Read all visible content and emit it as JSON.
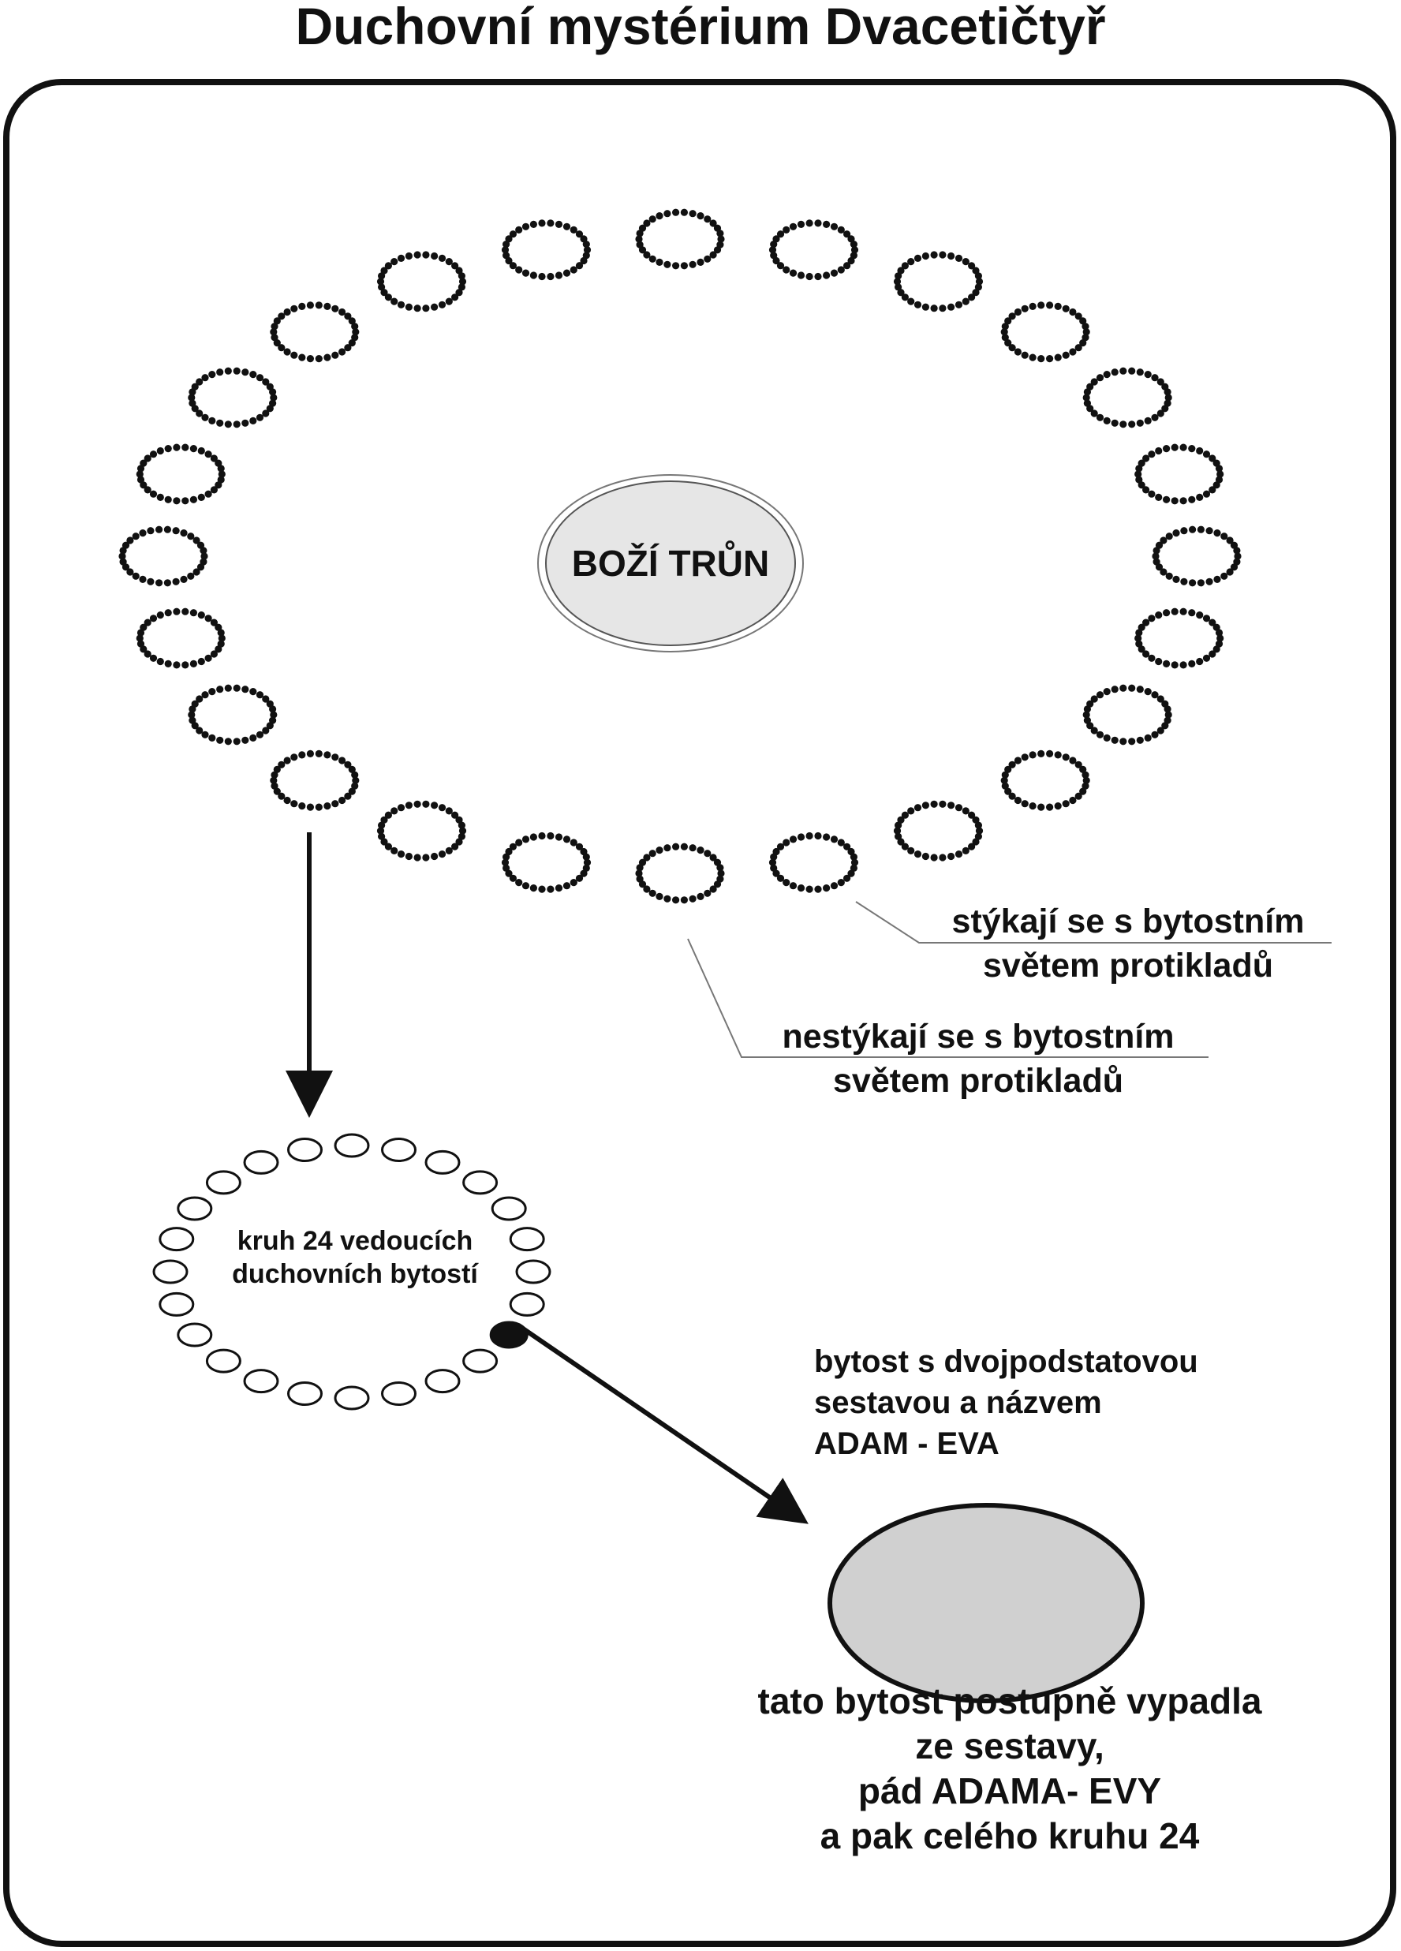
{
  "title": "Duchovní mystérium Dvacetičtyř",
  "throne_label": "BOŽÍ TRŮN",
  "callout_touching": [
    "stýkají se s bytostním",
    "světem protikladů"
  ],
  "callout_not_touching": [
    "nestýkají se s bytostním",
    "světem protikladů"
  ],
  "small_circle_label": [
    "kruh 24 vedoucích",
    "duchovních bytostí"
  ],
  "adam_eva_label": [
    "bytost s dvojpodstatovou",
    "sestavou a názvem",
    "ADAM - EVA"
  ],
  "fall_label": [
    "tato bytost postupně vypadla",
    "ze sestavy,",
    "pád ADAMA- EVY",
    "a pak celého kruhu 24"
  ],
  "colors": {
    "ink": "#111111",
    "throne_fill": "#e6e6e6",
    "adam_eva_fill": "#d0d0d0",
    "leader_line": "#777777"
  }
}
